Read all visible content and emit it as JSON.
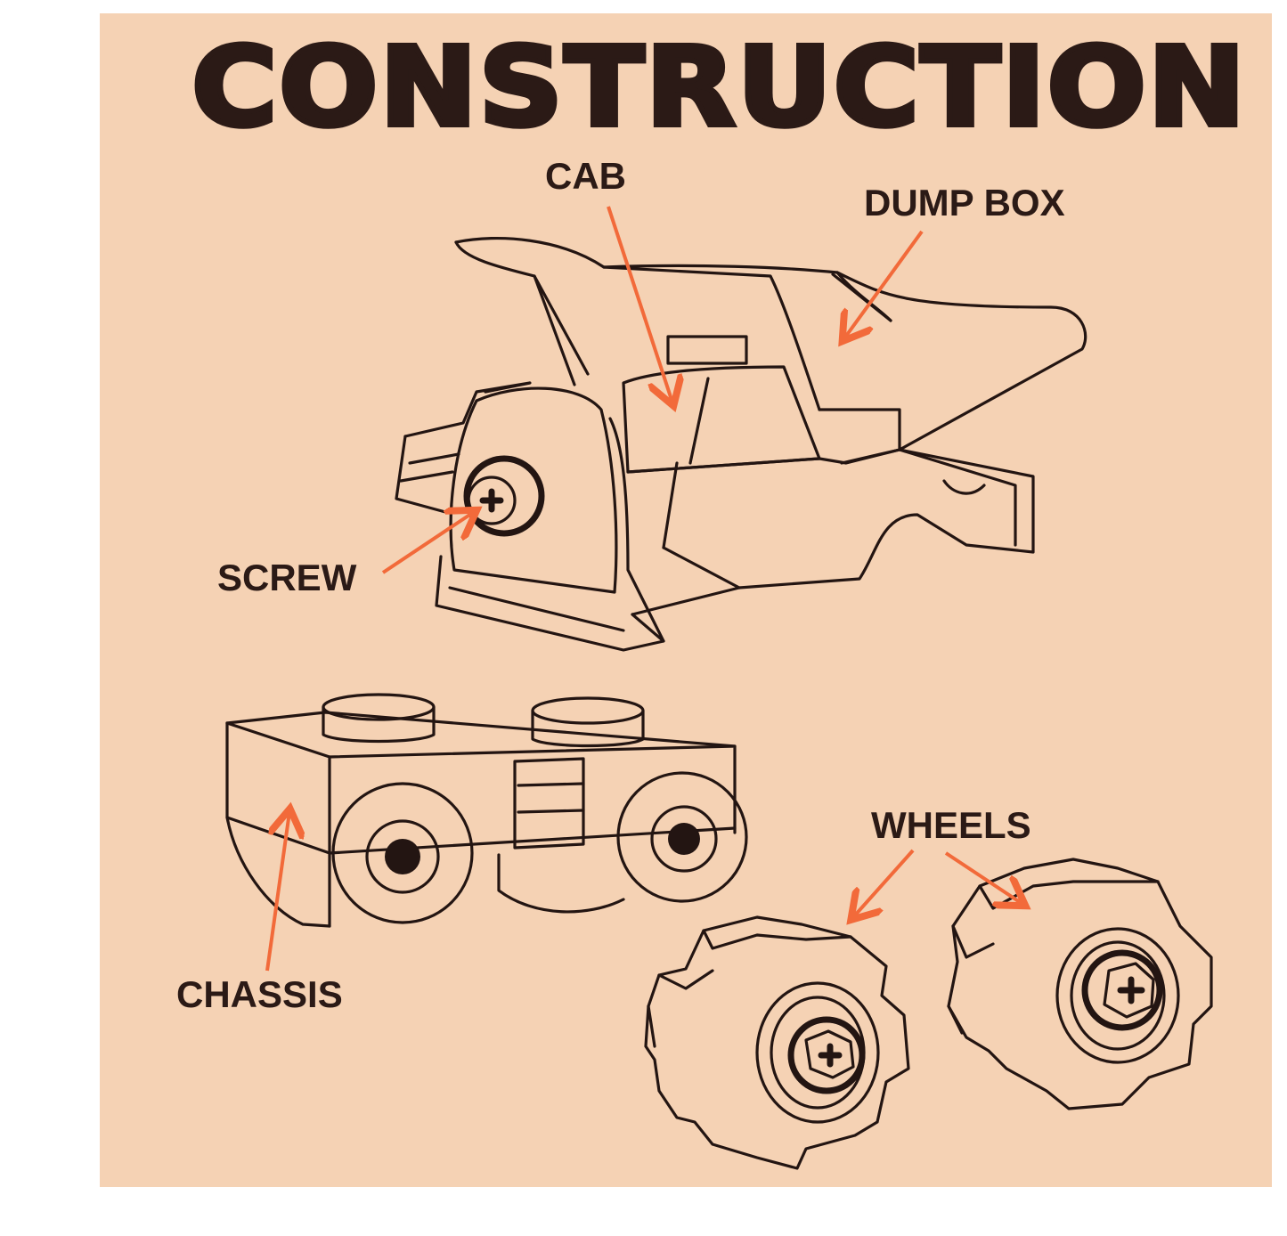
{
  "title": "CONSTRUCTION",
  "labels": {
    "cab": "CAB",
    "dump_box": "DUMP BOX",
    "screw": "SCREW",
    "chassis": "CHASSIS",
    "wheels": "WHEELS"
  },
  "colors": {
    "background": "#f5d2b4",
    "ink": "#231512",
    "arrow": "#f26a3a"
  },
  "parts": [
    "dump-truck",
    "chassis",
    "wheel",
    "wheel"
  ]
}
